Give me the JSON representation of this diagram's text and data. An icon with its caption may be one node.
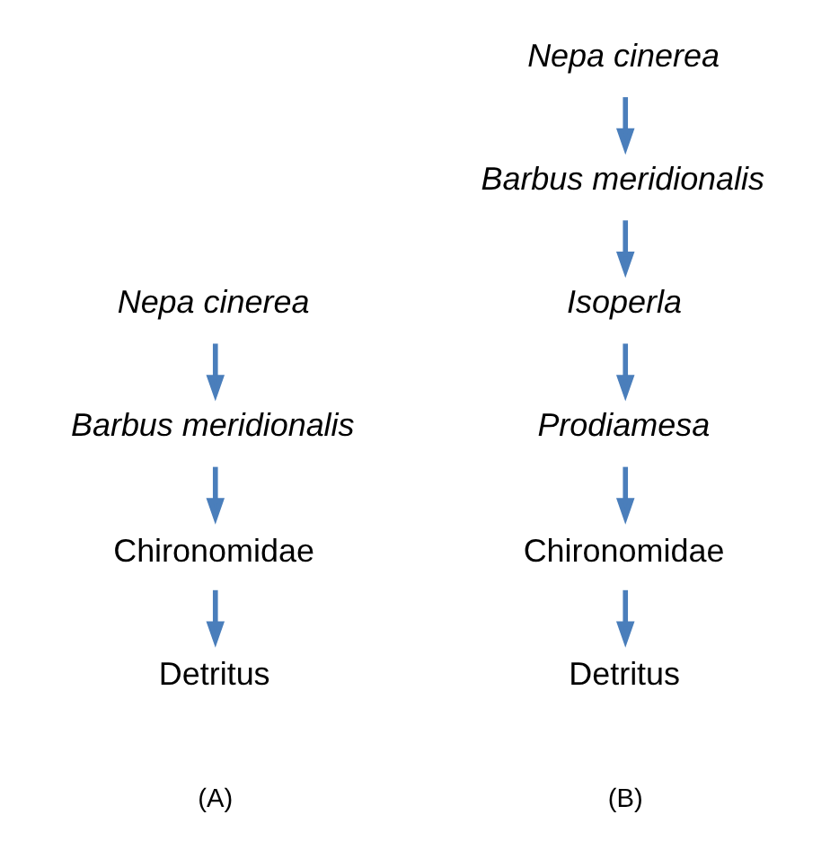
{
  "diagram": {
    "nodes": [
      {
        "text": [
          "Nepa cinerea"
        ]
      },
      {
        "text": [
          "Barbus meridionalis"
        ]
      },
      {
        "text": [
          "Chironomidae"
        ]
      },
      {
        "text": [
          "Detritus"
        ]
      },
      {
        "text": [
          "Nepa cinerea"
        ]
      },
      {
        "text": [
          "Barbus meridionalis"
        ]
      },
      {
        "text": [
          "Isoperla"
        ]
      },
      {
        "text": [
          "Prodiamesa"
        ]
      },
      {
        "text": [
          "Chironomidae"
        ]
      },
      {
        "text": [
          "Detritus"
        ]
      }
    ],
    "edges": [
      {
        "from": 0,
        "to": 1,
        "arrow": "to"
      },
      {
        "from": 1,
        "to": 2,
        "arrow": "to"
      },
      {
        "from": 2,
        "to": 3,
        "arrow": "to"
      },
      {
        "from": 4,
        "to": 5,
        "arrow": "to"
      },
      {
        "from": 5,
        "to": 6,
        "arrow": "to"
      },
      {
        "from": 6,
        "to": 7,
        "arrow": "to"
      },
      {
        "from": 7,
        "to": 8,
        "arrow": "to"
      },
      {
        "from": 8,
        "to": 9,
        "arrow": "to"
      }
    ],
    "labels": [
      "(A)",
      "(B)"
    ]
  }
}
